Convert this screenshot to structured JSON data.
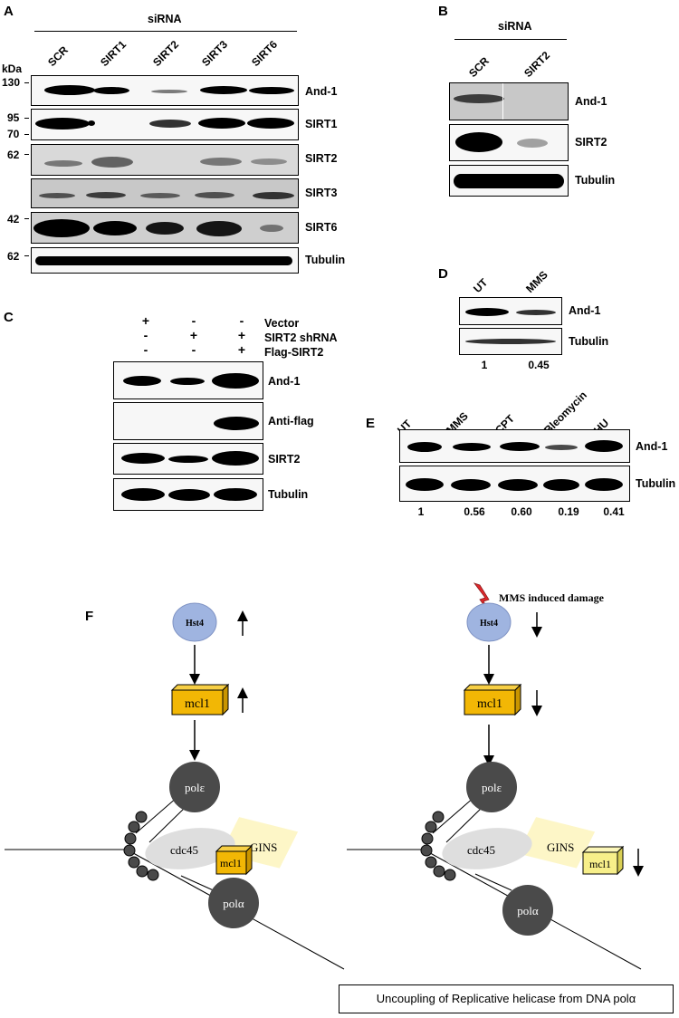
{
  "panels": {
    "a": "A",
    "b": "B",
    "c": "C",
    "d": "D",
    "e": "E",
    "f": "F"
  },
  "panel_a": {
    "header": "siRNA",
    "kda_label": "kDa",
    "lanes": [
      "SCR",
      "SIRT1",
      "SIRT2",
      "SIRT3",
      "SIRT6"
    ],
    "markers": [
      "130",
      "95",
      "70",
      "62",
      "42",
      "62"
    ],
    "rows": [
      "And-1",
      "SIRT1",
      "SIRT2",
      "SIRT3",
      "SIRT6",
      "Tubulin"
    ]
  },
  "panel_b": {
    "header": "siRNA",
    "lanes": [
      "SCR",
      "SIRT2"
    ],
    "rows": [
      "And-1",
      "SIRT2",
      "Tubulin"
    ]
  },
  "panel_c": {
    "conditions": [
      "Vector",
      "SIRT2 shRNA",
      "Flag-SIRT2"
    ],
    "signs": [
      [
        "+",
        "-",
        "-"
      ],
      [
        "-",
        "+",
        "+"
      ],
      [
        "-",
        "-",
        "+"
      ]
    ],
    "rows": [
      "And-1",
      "Anti-flag",
      "SIRT2",
      "Tubulin"
    ]
  },
  "panel_d": {
    "lanes": [
      "UT",
      "MMS"
    ],
    "rows": [
      "And-1",
      "Tubulin"
    ],
    "quant": [
      "1",
      "0.45"
    ]
  },
  "panel_e": {
    "lanes": [
      "UT",
      "MMS",
      "CPT",
      "Bleomycin",
      "HU"
    ],
    "rows": [
      "And-1",
      "Tubulin"
    ],
    "quant": [
      "1",
      "0.56",
      "0.60",
      "0.19",
      "0.41"
    ]
  },
  "panel_f": {
    "damage_label": "MMS induced damage",
    "hst4": "Hst4",
    "mcl1": "mcl1",
    "pol_e": "polε",
    "pol_a": "polα",
    "cdc45": "cdc45",
    "gins": "GINS",
    "caption": "Uncoupling of Replicative helicase from DNA polα"
  },
  "colors": {
    "hst4": "#9fb4e0",
    "mcl1_up": "#f2b705",
    "mcl1_down": "#f7ef8a",
    "pol": "#4a4a4a",
    "gins": "#fdf6c7",
    "cdc45": "#dedede",
    "bolt": "#e0282c"
  }
}
